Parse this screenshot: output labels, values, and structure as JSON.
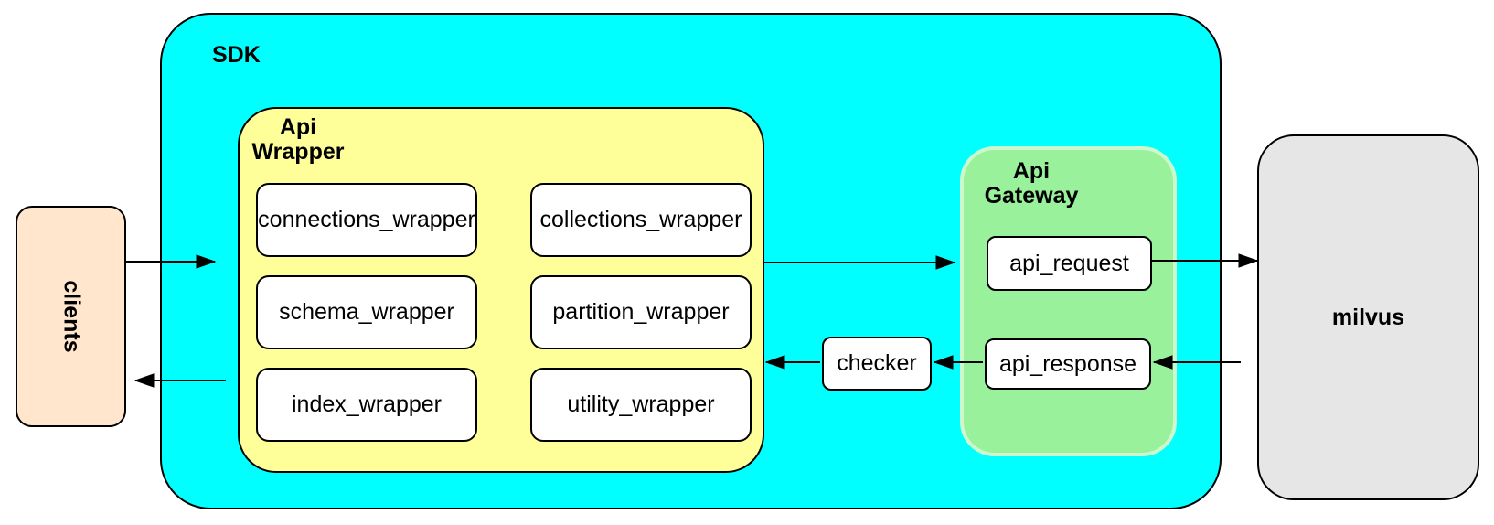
{
  "colors": {
    "background": "#FFFFFF",
    "stroke": "#000000",
    "sdk_fill": "#00FFFF",
    "api_wrapper_fill": "#FFFF99",
    "api_gateway_fill": "#99F29B",
    "api_gateway_border": "#CCF8CC",
    "clients_fill": "#FFE6CC",
    "milvus_fill": "#E6E6E6",
    "node_fill": "#FFFFFF"
  },
  "clients": {
    "label": "clients"
  },
  "sdk": {
    "label": "SDK",
    "api_wrapper": {
      "label_lines": [
        "Api",
        "Wrapper"
      ],
      "modules": [
        "connections_wrapper",
        "collections_wrapper",
        "schema_wrapper",
        "partition_wrapper",
        "index_wrapper",
        "utility_wrapper"
      ]
    },
    "checker": {
      "label": "checker"
    },
    "api_gateway": {
      "label_lines": [
        "Api",
        "Gateway"
      ],
      "request_label": "api_request",
      "response_label": "api_response"
    }
  },
  "milvus": {
    "label": "milvus"
  }
}
